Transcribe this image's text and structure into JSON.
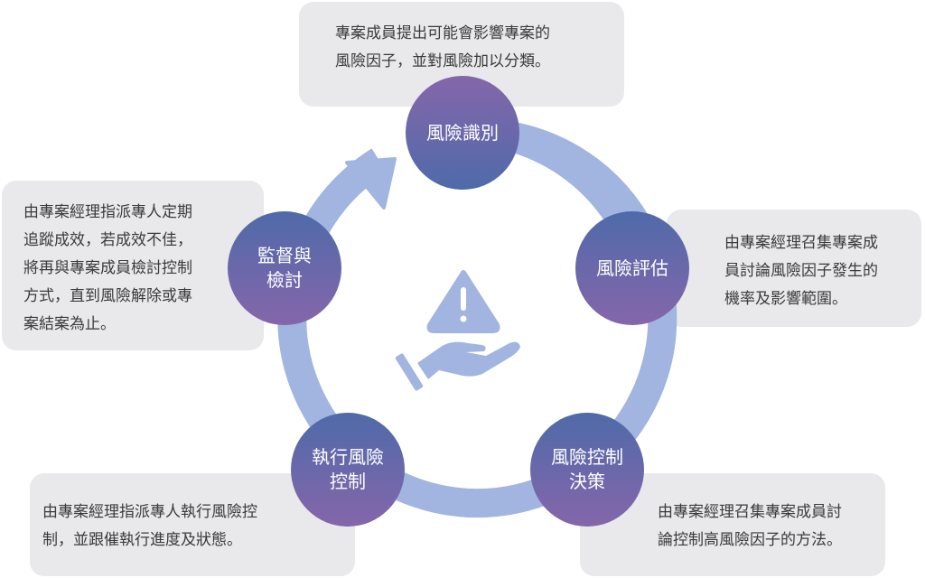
{
  "diagram": {
    "type": "cycle",
    "colors": {
      "ring": "#a2b5e0",
      "node_top": "#8566aa",
      "node_bottom": "#4f6aa9",
      "box": "#e9e9eb",
      "text": "#3a3a3a"
    },
    "center_icon": "hand-holding-warning-icon",
    "steps": [
      {
        "label": "風險識別",
        "description": "專案成員提出可能會影響專案的\n風險因子，並對風險加以分類。"
      },
      {
        "label": "風險評估",
        "description": "由專案經理召集專案成\n員討論風險因子發生的\n機率及影響範圍。"
      },
      {
        "label": "風險控制\n決策",
        "description": "由專案經理召集專案成員討\n論控制高風險因子的方法。"
      },
      {
        "label": "執行風險\n控制",
        "description": "由專案經理指派專人執行風險控\n制，並跟催執行進度及狀態。"
      },
      {
        "label": "監督與\n檢討",
        "description": "由專案經理指派專人定期\n追蹤成效，若成效不佳，\n將再與專案成員檢討控制\n方式，直到風險解除或專\n案結案為止。"
      }
    ]
  }
}
